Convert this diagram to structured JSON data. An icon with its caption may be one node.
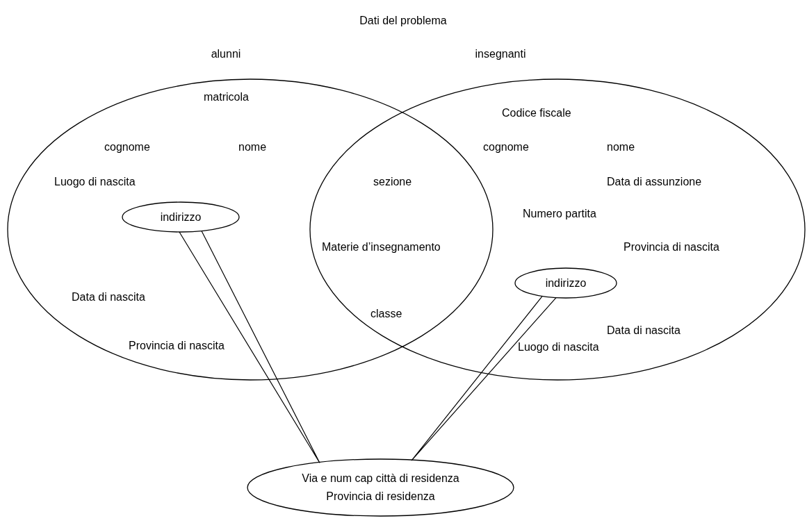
{
  "diagram": {
    "title": "Dati del problema",
    "nodes": [
      {
        "text": [
          "alunni"
        ]
      },
      {
        "text": [
          "insegnanti"
        ]
      },
      {
        "text": [
          "indirizzo"
        ],
        "in": 0
      },
      {
        "text": [
          "indirizzo"
        ],
        "in": 1
      },
      {
        "text": [
          "Via e num cap città di residenza",
          "Provincia di residenza"
        ]
      }
    ],
    "edges": [
      {
        "from": 2,
        "to": 4,
        "arrow": "none"
      },
      {
        "from": 3,
        "to": 4,
        "arrow": "none"
      }
    ],
    "labels": [
      "matricola",
      "Codice fiscale",
      "cognome",
      "nome",
      "cognome",
      "nome",
      "Luogo di nascita",
      "sezione",
      "Data di assunzione",
      "Numero partita",
      "Materie d’insegnamento",
      "Provincia di nascita",
      "Data di nascita",
      "classe",
      "Data di nascita",
      "Provincia di nascita",
      "Luogo di nascita"
    ]
  }
}
